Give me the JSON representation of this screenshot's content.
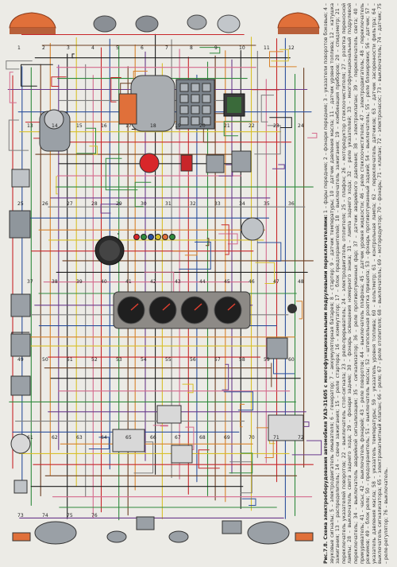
{
  "caption": {
    "title": "Рис.7.8. Схема электрооборудования автомобиля УАЗ-31605 с многофункциональными подрулевыми переключателями:",
    "body": "1 – фары передние; 2 – фонари передние; 3 – указатели поворотов боковые; 4 – звуковые сигналы; 5 – электродвигатель омывателя; 6 – генератор; 7 – аккумуляторная батарея; 8 – стартер; 9 – датчик температуры; 10 – датчик давления масла; 11 – датчик уровня топлива; 12 – катушка зажигания; 13 – распределитель; 14 – свечи зажигания; 15 – реле стартера; 16 – коммутатор; 17 – блок предохранителей; 18 – выключатель зажигания; 19 – комбинация приборов; 20 – спидометр; 21 – переключатель указателей поворотов; 22 – выключатель стоп-сигнала; 23 – реле-прерыватель; 24 – электродвигатель отопителя; 25 – плафон; 26 – моторедуктор стеклоочистителя; 27 – розетка переносной лампы; 28 – выключатель света заднего хода; 29 – фонари задние; 30 – фонарь освещения номерного знака; 31 – лампа заднего хода; 32 – реле указателей; 33 – многофункциональный подрулевой переключатель; 34 – выключатель аварийной сигнализации; 35 – сигнализатор; 36 – реле противотуманных фар; 37 – датчик аварийного давления; 38 – электроклапан; 39 – переключатель света; 40 – прикуриватель; 41 – часы; 42 – выключатель фонарей; 43 – реле поворотов; 44 – выключатель плафона; 45 – датчик уровня жидкости; 46 – реле стеклоочистителя; 47 – электродвигатель; 48 – переключатель режимов; 49 – блок реле; 50 – предохранитель; 51 – выключатель массы; 52 – штепсельная розетка прицепа; 53 – фонарь противотуманный задний; 54 – выключатель; 55 – реле блокировки; 56 – датчик; 57 – указатель давления масла; 58 – указатель температуры; 59 – указатель уровня топлива; 60 – вольтметр; 61 – контрольная лампа; 62 – переключатель датчиков; 63 – датчик засоренности фильтра; 64 – выключатель сигнализатора; 65 – электромагнитный клапан; 66 – реле; 67 – реле отопителя; 68 – выключатель; 69 – моторедуктор; 70 – фонарь; 71 – клапан; 72 – электронасос; 73 – выключатель; 74 – датчик; 75 – реле-регулятор; 76 – выключатель."
  },
  "palette": {
    "background": "#ecebe6",
    "wire_red": "#c8262a",
    "wire_blue": "#2a4f9c",
    "wire_green": "#2f8a3c",
    "wire_brown": "#6b3f22",
    "wire_orange": "#d8822a",
    "wire_violet": "#6a3a8c",
    "wire_black": "#1e1e1e",
    "wire_yellow": "#d8c02a",
    "wire_grey": "#7d7d7d",
    "wire_pink": "#d46a8c",
    "lamp_orange": "#e0703a",
    "component_grey": "#9aa0a6"
  },
  "component_numbers": [
    "1",
    "2",
    "3",
    "4",
    "5",
    "6",
    "7",
    "8",
    "9",
    "10",
    "11",
    "12",
    "13",
    "14",
    "15",
    "16",
    "17",
    "18",
    "19",
    "20",
    "21",
    "22",
    "23",
    "24",
    "25",
    "26",
    "27",
    "28",
    "29",
    "30",
    "31",
    "32",
    "33",
    "34",
    "35",
    "36",
    "37",
    "38",
    "39",
    "40",
    "41",
    "42",
    "43",
    "44",
    "45",
    "46",
    "47",
    "48",
    "49",
    "50",
    "51",
    "52",
    "53",
    "54",
    "55",
    "56",
    "57",
    "58",
    "59",
    "60",
    "61",
    "62",
    "63",
    "64",
    "65",
    "66",
    "67",
    "68",
    "69",
    "70",
    "71",
    "72",
    "73",
    "74",
    "75",
    "76"
  ]
}
